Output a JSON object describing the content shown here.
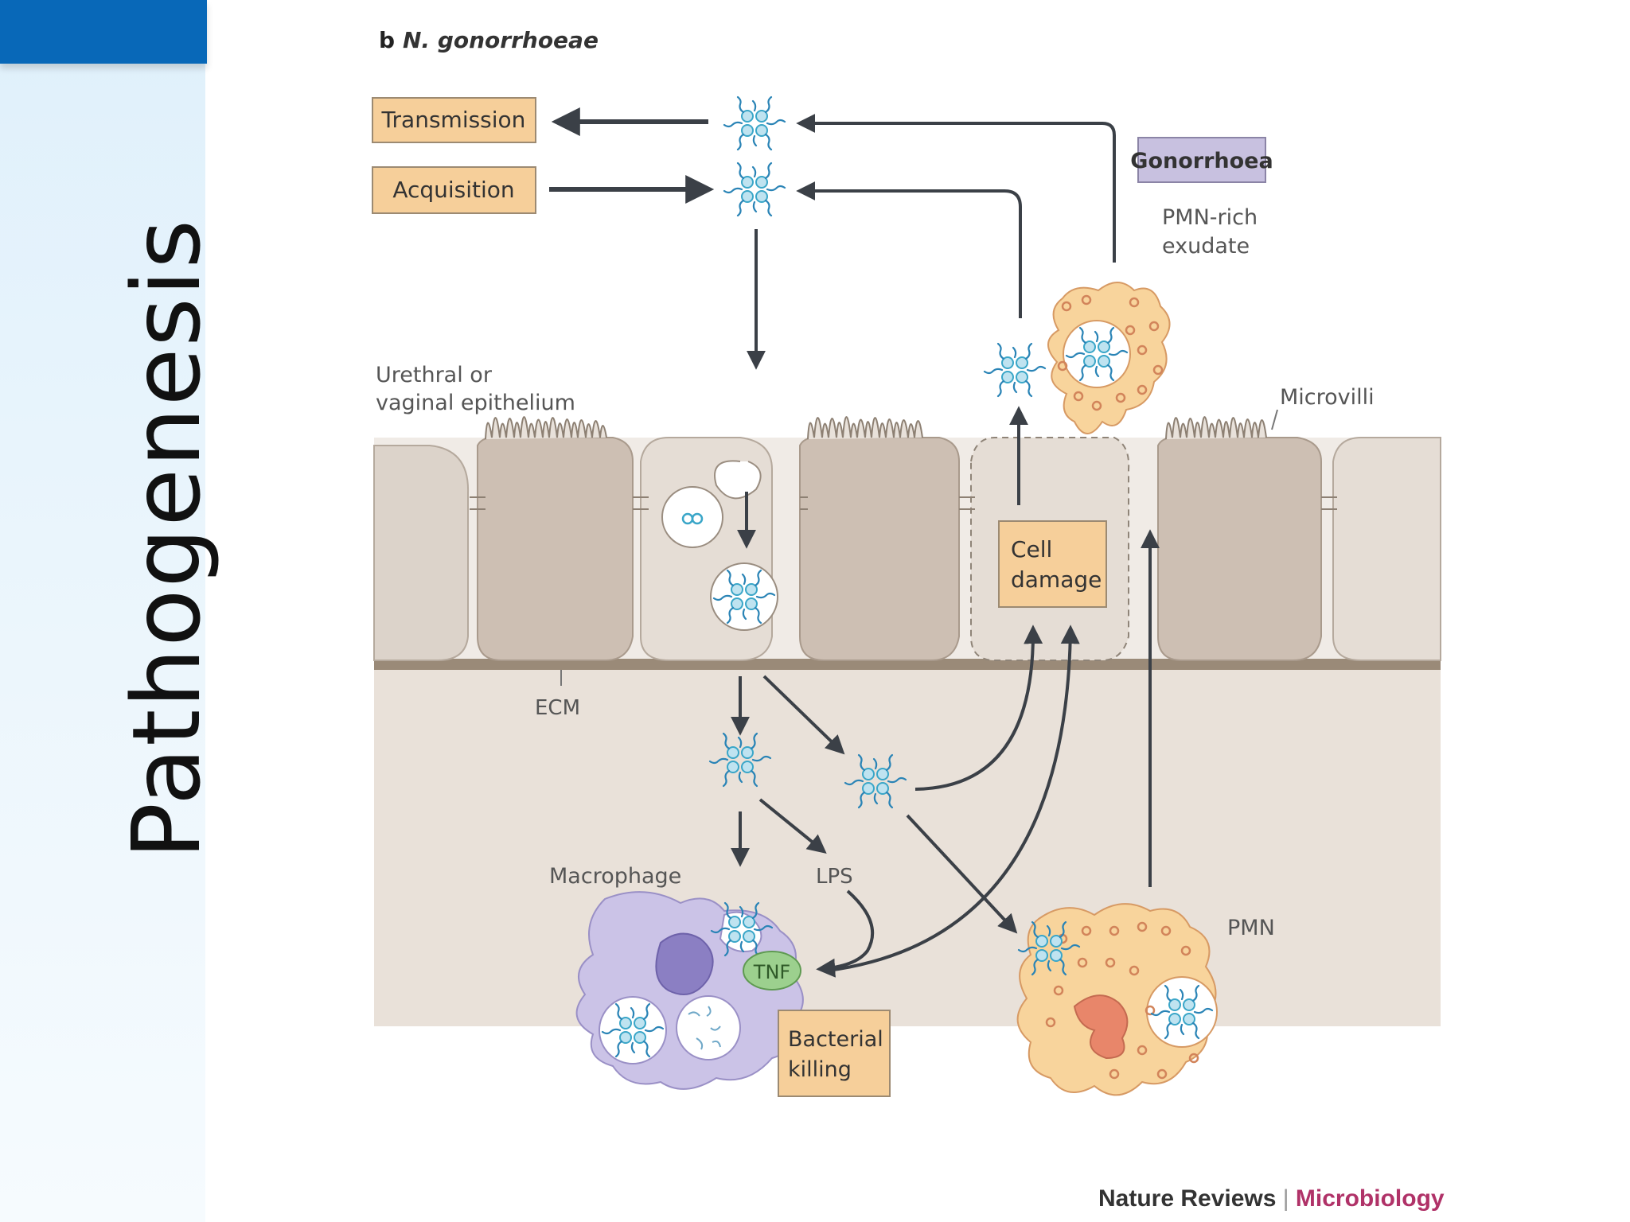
{
  "slide": {
    "title": "Pathogenesis",
    "accent_color": "#0868b8"
  },
  "figure": {
    "panel_letter": "b",
    "organism": "N. gonorrhoeae",
    "boxes": {
      "transmission": "Transmission",
      "acquisition": "Acquisition",
      "gonorrhoea": "Gonorrhoea",
      "cell_damage_1": "Cell",
      "cell_damage_2": "damage",
      "bacterial_killing_1": "Bacterial",
      "bacterial_killing_2": "killing"
    },
    "labels": {
      "exudate_1": "PMN-rich",
      "exudate_2": "exudate",
      "epithelium_1": "Urethral or",
      "epithelium_2": "vaginal epithelium",
      "microvilli": "Microvilli",
      "ecm": "ECM",
      "macrophage": "Macrophage",
      "lps": "LPS",
      "pmn": "PMN",
      "tnf": "TNF"
    },
    "icons": [
      "gonococcus-icon",
      "macrophage-icon",
      "pmn-icon"
    ]
  },
  "credit": {
    "journal": "Nature Reviews",
    "separator": "|",
    "section": "Microbiology"
  }
}
